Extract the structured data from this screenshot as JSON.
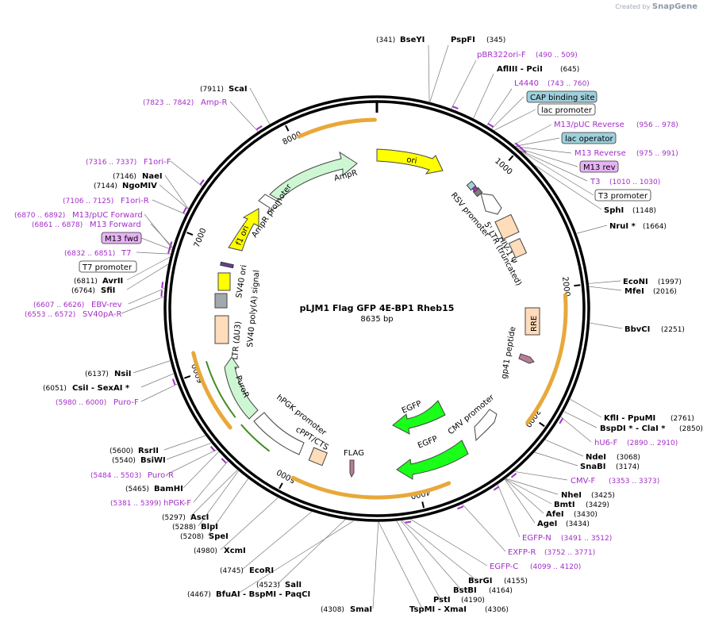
{
  "credit": {
    "prefix": "Created by",
    "brand": "SnapGene"
  },
  "plasmid": {
    "name": "pLJM1 Flag GFP 4E-BP1 Rheb15",
    "length_label": "8635 bp",
    "length": 8635
  },
  "ticks": [
    {
      "bp": 1000,
      "label": "1000"
    },
    {
      "bp": 2000,
      "label": "2000"
    },
    {
      "bp": 3000,
      "label": "3000"
    },
    {
      "bp": 4000,
      "label": "4000"
    },
    {
      "bp": 5000,
      "label": "5000"
    },
    {
      "bp": 6000,
      "label": "6000"
    },
    {
      "bp": 7000,
      "label": "7000"
    },
    {
      "bp": 8000,
      "label": "8000"
    }
  ],
  "sites": [
    {
      "pos": "(341)",
      "name": "BseYI"
    },
    {
      "pos": "(345)",
      "name": "PspFI"
    },
    {
      "pos": "(645)",
      "name": "AflIII - PciI"
    },
    {
      "pos": "(1148)",
      "name": "SphI"
    },
    {
      "pos": "(1664)",
      "name": "NruI *"
    },
    {
      "pos": "(1997)",
      "name": "EcoNI"
    },
    {
      "pos": "(2016)",
      "name": "MfeI"
    },
    {
      "pos": "(2251)",
      "name": "BbvCI"
    },
    {
      "pos": "(2761)",
      "name": "KflI - PpuMI"
    },
    {
      "pos": "(2850)",
      "name": "BspDI * - ClaI *"
    },
    {
      "pos": "(3068)",
      "name": "NdeI"
    },
    {
      "pos": "(3174)",
      "name": "SnaBI"
    },
    {
      "pos": "(3425)",
      "name": "NheI"
    },
    {
      "pos": "(3429)",
      "name": "BmtI"
    },
    {
      "pos": "(3430)",
      "name": "AfeI"
    },
    {
      "pos": "(3434)",
      "name": "AgeI"
    },
    {
      "pos": "(4155)",
      "name": "BsrGI"
    },
    {
      "pos": "(4164)",
      "name": "BstBI"
    },
    {
      "pos": "(4190)",
      "name": "PstI"
    },
    {
      "pos": "(4306)",
      "name": "TspMI - XmaI"
    },
    {
      "pos": "(4308)",
      "name": "SmaI"
    },
    {
      "pos": "(4467)",
      "name": "BfuAI - BspMI - PaqCI"
    },
    {
      "pos": "(4523)",
      "name": "SalI"
    },
    {
      "pos": "(4745)",
      "name": "EcoRI"
    },
    {
      "pos": "(4980)",
      "name": "XcmI"
    },
    {
      "pos": "(5208)",
      "name": "SpeI"
    },
    {
      "pos": "(5288)",
      "name": "BlpI"
    },
    {
      "pos": "(5297)",
      "name": "AscI"
    },
    {
      "pos": "(5465)",
      "name": "BamHI"
    },
    {
      "pos": "(5540)",
      "name": "BsiWI"
    },
    {
      "pos": "(5600)",
      "name": "RsrII"
    },
    {
      "pos": "(6051)",
      "name": "CsiI - SexAI *"
    },
    {
      "pos": "(6137)",
      "name": "NsiI"
    },
    {
      "pos": "(6764)",
      "name": "SfiI"
    },
    {
      "pos": "(6811)",
      "name": "AvrII"
    },
    {
      "pos": "(7144)",
      "name": "NgoMIV"
    },
    {
      "pos": "(7146)",
      "name": "NaeI"
    },
    {
      "pos": "(7911)",
      "name": "ScaI"
    }
  ],
  "primers": [
    {
      "name": "pBR322ori-F",
      "range": "(490 .. 509)"
    },
    {
      "name": "L4440",
      "range": "(743 .. 760)"
    },
    {
      "name": "M13/pUC Reverse",
      "range": "(956 .. 978)"
    },
    {
      "name": "M13 Reverse",
      "range": "(975 .. 991)"
    },
    {
      "name": "T3",
      "range": "(1010 .. 1030)"
    },
    {
      "name": "hU6-F",
      "range": "(2890 .. 2910)"
    },
    {
      "name": "CMV-F",
      "range": "(3353 .. 3373)"
    },
    {
      "name": "EGFP-N",
      "range": "(3491 .. 3512)"
    },
    {
      "name": "EXFP-R",
      "range": "(3752 .. 3771)"
    },
    {
      "name": "EGFP-C",
      "range": "(4099 .. 4120)"
    },
    {
      "name": "hPGK-F",
      "range": "(5381 .. 5399)"
    },
    {
      "name": "Puro-R",
      "range": "(5484 .. 5503)"
    },
    {
      "name": "Puro-F",
      "range": "(5980 .. 6000)"
    },
    {
      "name": "SV40pA-R",
      "range": "(6553 .. 6572)"
    },
    {
      "name": "EBV-rev",
      "range": "(6607 .. 6626)"
    },
    {
      "name": "T7",
      "range": "(6832 .. 6851)"
    },
    {
      "name": "M13 Forward",
      "range": "(6861 .. 6878)"
    },
    {
      "name": "M13/pUC Forward",
      "range": "(6870 .. 6892)"
    },
    {
      "name": "F1ori-R",
      "range": "(7106 .. 7125)"
    },
    {
      "name": "F1ori-F",
      "range": "(7316 .. 7337)"
    },
    {
      "name": "Amp-R",
      "range": "(7823 .. 7842)"
    }
  ],
  "boxed_labels": [
    {
      "text": "CAP binding site",
      "style": "blue"
    },
    {
      "text": "lac promoter",
      "style": "white"
    },
    {
      "text": "lac operator",
      "style": "blue"
    },
    {
      "text": "M13 rev",
      "style": "purple"
    },
    {
      "text": "T3 promoter",
      "style": "white"
    },
    {
      "text": "M13 fwd",
      "style": "purple"
    },
    {
      "text": "T7 promoter",
      "style": "white"
    }
  ],
  "features": [
    {
      "name": "ori",
      "color": "#ffff00"
    },
    {
      "name": "AmpR",
      "color": "#ccf7d2"
    },
    {
      "name": "AmpR promoter",
      "color": "#ffffff"
    },
    {
      "name": "f1 ori",
      "color": "#ffff00"
    },
    {
      "name": "SV40 ori",
      "color": "#ffff00"
    },
    {
      "name": "SV40 poly(A) signal",
      "color": "#a3a8ad"
    },
    {
      "name": "3' LTR (ΔU3)",
      "color": "#ffdcba"
    },
    {
      "name": "PuroR",
      "color": "#ccf7d2"
    },
    {
      "name": "hPGK promoter",
      "color": "#ffffff"
    },
    {
      "name": "cPPT/CTS",
      "color": "#ffdcba"
    },
    {
      "name": "FLAG",
      "color": "#b87c99"
    },
    {
      "name": "EGFP",
      "color": "#19ff19"
    },
    {
      "name": "EGFP",
      "color": "#19ff19"
    },
    {
      "name": "CMV promoter",
      "color": "#ffffff"
    },
    {
      "name": "gp41 peptide",
      "color": "#b87c99"
    },
    {
      "name": "RRE",
      "color": "#ffdcba"
    },
    {
      "name": "HIV-1 Ψ",
      "color": "#ffdcba"
    },
    {
      "name": "5' LTR (truncated)",
      "color": "#ffdcba"
    },
    {
      "name": "RSV promoter",
      "color": "#ffffff"
    }
  ],
  "colors": {
    "primer": "#a32ec8",
    "orf_arc": "#e8a83a",
    "green_arc": "#3f8b1e",
    "boxed_blue": "#9fd0dc",
    "boxed_purple": "#e7b3f5"
  }
}
